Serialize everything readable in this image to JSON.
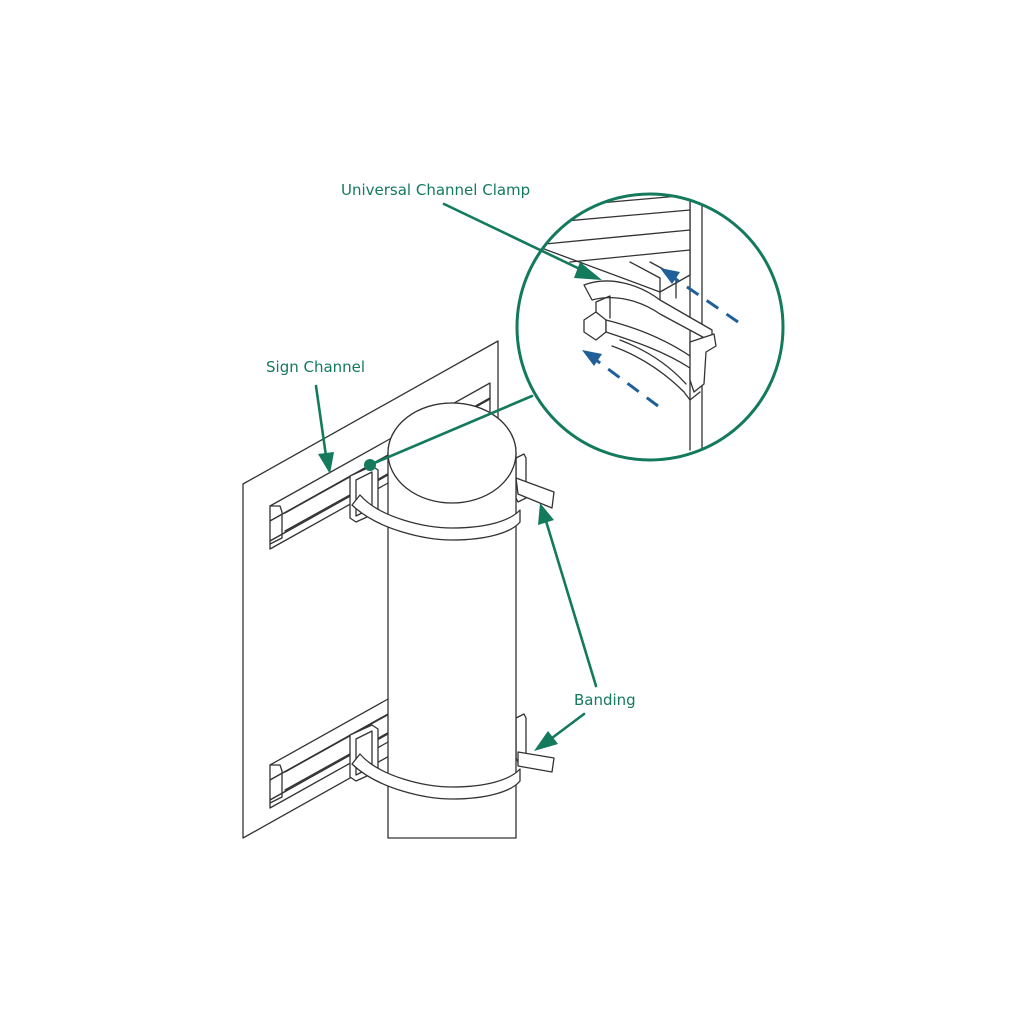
{
  "labels": {
    "clamp": "Universal Channel Clamp",
    "sign_channel": "Sign Channel",
    "banding": "Banding"
  },
  "colors": {
    "callout_green": "#137a5c",
    "detail_arrow_blue": "#1f5f9a",
    "line_art": "#333333"
  }
}
